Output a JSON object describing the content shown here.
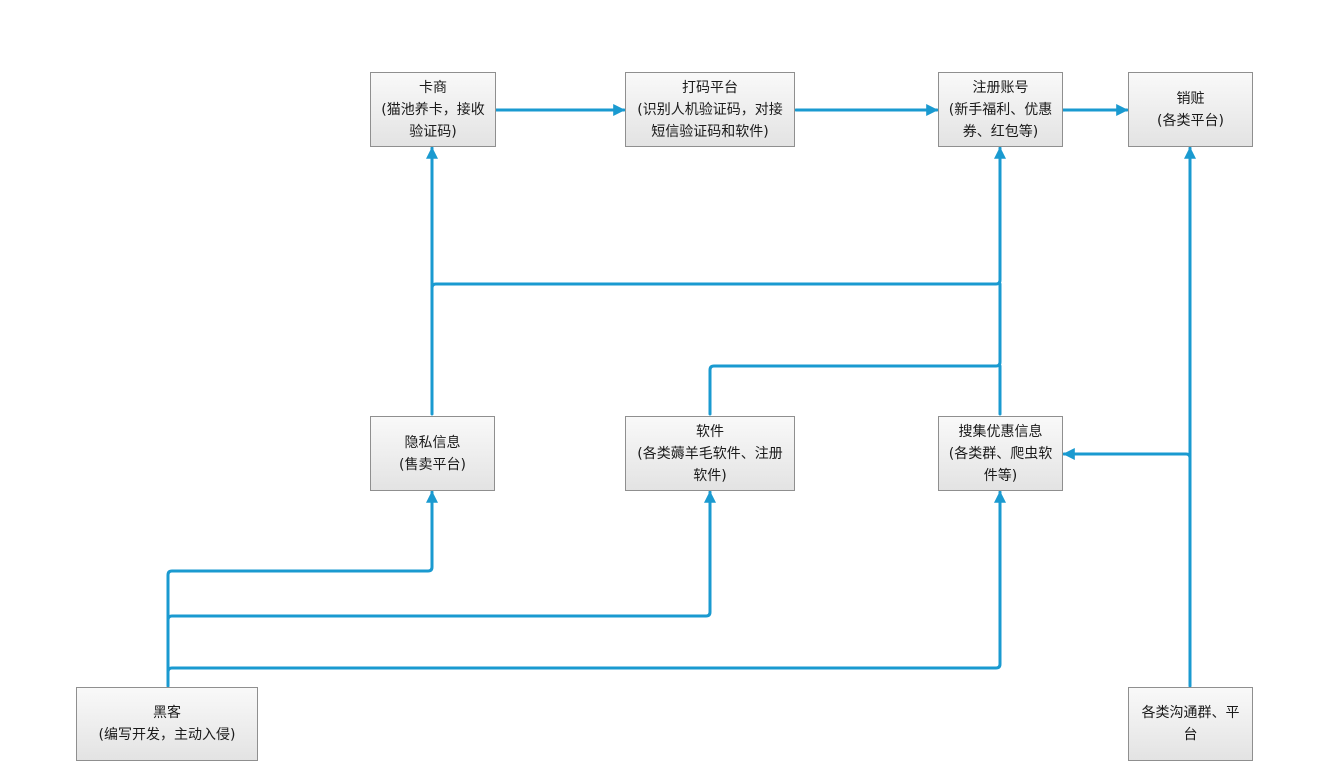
{
  "colors": {
    "edge": "#1a9ad0",
    "node_border": "#8f8f8f",
    "node_fill": "#ececec"
  },
  "nodes": {
    "kashang": {
      "title": "卡商",
      "subtitle": "(猫池养卡，接收验证码)"
    },
    "dama": {
      "title": "打码平台",
      "subtitle": "(识别人机验证码，对接短信验证码和软件)"
    },
    "zhuce": {
      "title": "注册账号",
      "subtitle": "(新手福利、优惠券、红包等)"
    },
    "xiaozang": {
      "title": "销赃",
      "subtitle": "(各类平台)"
    },
    "yinsi": {
      "title": "隐私信息",
      "subtitle": "(售卖平台)"
    },
    "ruanjian": {
      "title": "软件",
      "subtitle": "(各类薅羊毛软件、注册软件)"
    },
    "soujie": {
      "title": "搜集优惠信息",
      "subtitle": "(各类群、爬虫软件等)"
    },
    "heike": {
      "title": "黑客",
      "subtitle": "(编写开发，主动入侵)"
    },
    "goutong": {
      "title": "各类沟通群、平台",
      "subtitle": ""
    }
  }
}
